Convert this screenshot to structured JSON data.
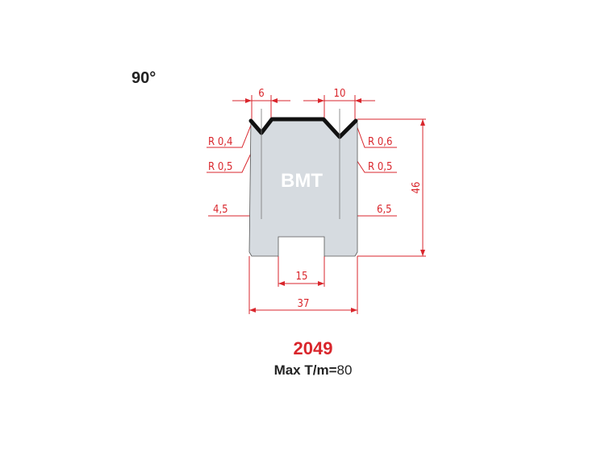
{
  "angle_label": "90°",
  "brand": "BMT",
  "dimensions": {
    "v_left_width": "6",
    "v_right_width": "10",
    "radius_left_top": "R 0,4",
    "radius_left_bottom": "R 0,5",
    "radius_right_top": "R 0,6",
    "radius_right_bottom": "R 0,5",
    "offset_left": "4,5",
    "offset_right": "6,5",
    "height": "46",
    "slot_width": "15",
    "total_width": "37"
  },
  "product_code": "2049",
  "max_tonnage_label": "Max T/m=",
  "max_tonnage_value": "80",
  "colors": {
    "red": "#d9262c",
    "body": "#d6dbe0"
  }
}
